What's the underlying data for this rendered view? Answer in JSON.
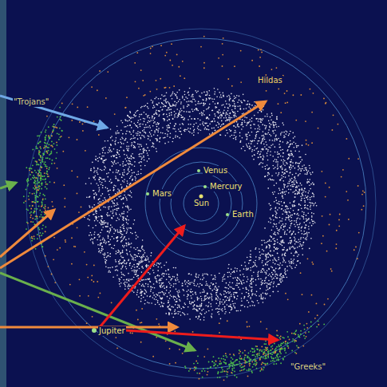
{
  "diagram": {
    "labels": [
      "\"Trojans\"",
      "Hildas",
      "Venus",
      "Mercury",
      "Mars",
      "Sun",
      "Earth",
      "Jupiter",
      "\"Greeks\""
    ]
  }
}
